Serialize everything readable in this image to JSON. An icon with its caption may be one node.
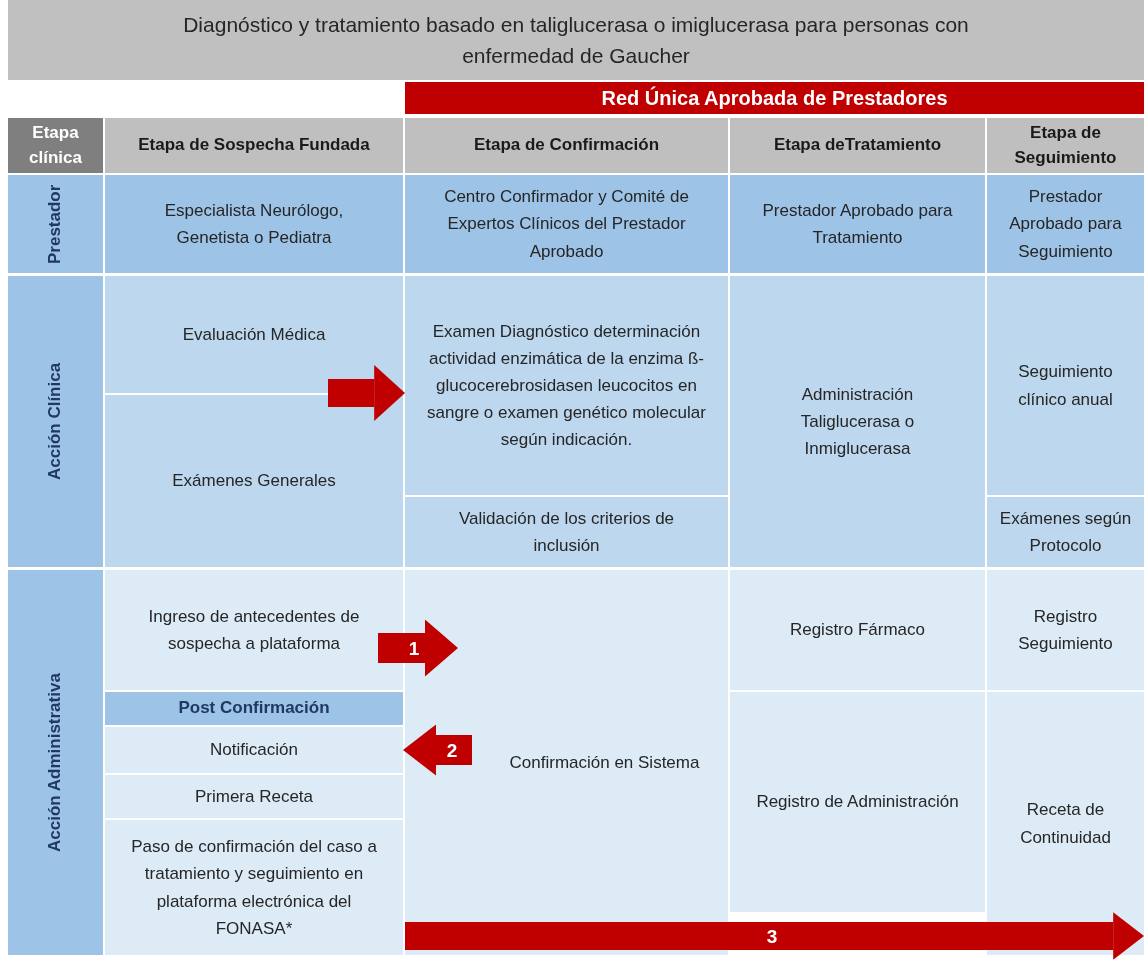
{
  "diagram": {
    "title": "Diagnóstico y tratamiento basado en taliglucerasa o imiglucerasa para personas con enfermedad de Gaucher",
    "nodes": [
      {
        "text": [
          "Red Única Aprobada de Prestadores"
        ]
      },
      {
        "text": [
          "Etapa clínica"
        ]
      },
      {
        "text": [
          "Etapa de Sospecha Fundada"
        ]
      },
      {
        "text": [
          "Etapa de Confirmación"
        ]
      },
      {
        "text": [
          "Etapa deTratamiento"
        ]
      },
      {
        "text": [
          "Etapa de Seguimiento"
        ]
      },
      {
        "text": [
          "Prestador"
        ]
      },
      {
        "text": [
          "Especialista Neurólogo, Genetista o Pediatra"
        ]
      },
      {
        "text": [
          "Centro Confirmador y Comité de Expertos Clínicos del Prestador Aprobado"
        ]
      },
      {
        "text": [
          "Prestador Aprobado para Tratamiento"
        ]
      },
      {
        "text": [
          "Prestador Aprobado para Seguimiento"
        ]
      },
      {
        "text": [
          "Acción Clínica"
        ]
      },
      {
        "text": [
          "Evaluación Médica"
        ]
      },
      {
        "text": [
          "Examen Diagnóstico determinación actividad enzimática de la enzima ß-glucocerebrosidasen leucocitos en sangre o examen genético molecular según indicación."
        ]
      },
      {
        "text": [
          "Administración Taliglucerasa o Inmiglucerasa"
        ]
      },
      {
        "text": [
          "Seguimiento clínico anual"
        ]
      },
      {
        "text": [
          "Exámenes Generales"
        ]
      },
      {
        "text": [
          "Validación de los criterios de inclusión"
        ]
      },
      {
        "text": [
          "Exámenes según Protocolo"
        ]
      },
      {
        "text": [
          "Acción Administrativa"
        ]
      },
      {
        "text": [
          "Ingreso de antecedentes de sospecha a plataforma"
        ]
      },
      {
        "text": [
          "Confirmación en Sistema"
        ]
      },
      {
        "text": [
          "Registro Fármaco"
        ]
      },
      {
        "text": [
          "Registro Seguimiento"
        ]
      },
      {
        "text": [
          "Post Confirmación"
        ]
      },
      {
        "text": [
          "Notificación"
        ]
      },
      {
        "text": [
          "Primera Receta"
        ]
      },
      {
        "text": [
          "Paso de confirmación del caso a tratamiento y seguimiento en plataforma electrónica del FONASA*"
        ]
      },
      {
        "text": [
          "Registro de Administración"
        ]
      },
      {
        "text": [
          "Receta de Continuidad"
        ]
      }
    ],
    "edges": [
      {
        "from": 12,
        "to": 13,
        "arrow": "to"
      },
      {
        "from": 20,
        "to": 21,
        "arrow": "to",
        "label": "1"
      },
      {
        "from": 21,
        "to": 25,
        "arrow": "to",
        "label": "2"
      },
      {
        "from": 21,
        "to": 29,
        "arrow": "to",
        "label": "3"
      }
    ]
  }
}
